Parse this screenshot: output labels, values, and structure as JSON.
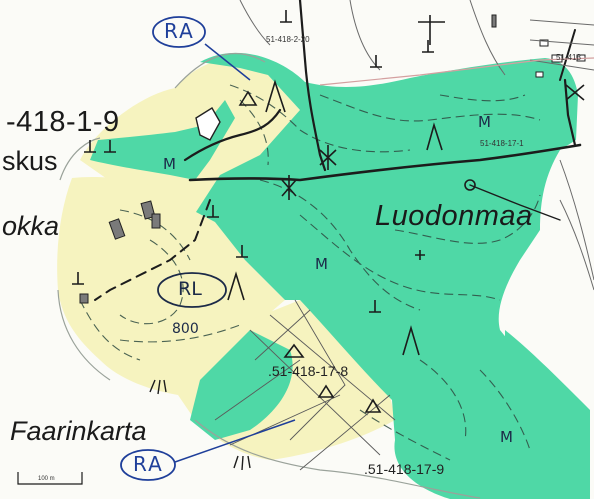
{
  "labels": {
    "property_id_large": "-418-1-9",
    "place_partial_skus": "skus",
    "place_partial_okka": "okka",
    "place_luodonmaa": "Luodonmaa",
    "place_faarinkarta": "Faarinkarta",
    "parcel_17_8": ".51-418-17-8",
    "parcel_17_9": ".51-418-17-9",
    "parcel_2_20": "51-418-2-20",
    "parcel_17_small": "51-418-17-1",
    "parcel_top_right": "51-418"
  },
  "annotations": {
    "ra_top": "RA",
    "ra_bottom": "RA",
    "rl": "RL",
    "num_800": "800",
    "m_marks": [
      "M",
      "M",
      "M",
      "M"
    ]
  },
  "scale_bar": {
    "label": "100 m"
  },
  "colors": {
    "forest_green": "#4fd8a6",
    "field_yellow": "#f6f3bf",
    "road_dark": "#1c1c1c",
    "contour_dark": "#2e4a40",
    "annotation_blue": "#1f3f9a",
    "water_white": "#fbfbf7"
  }
}
